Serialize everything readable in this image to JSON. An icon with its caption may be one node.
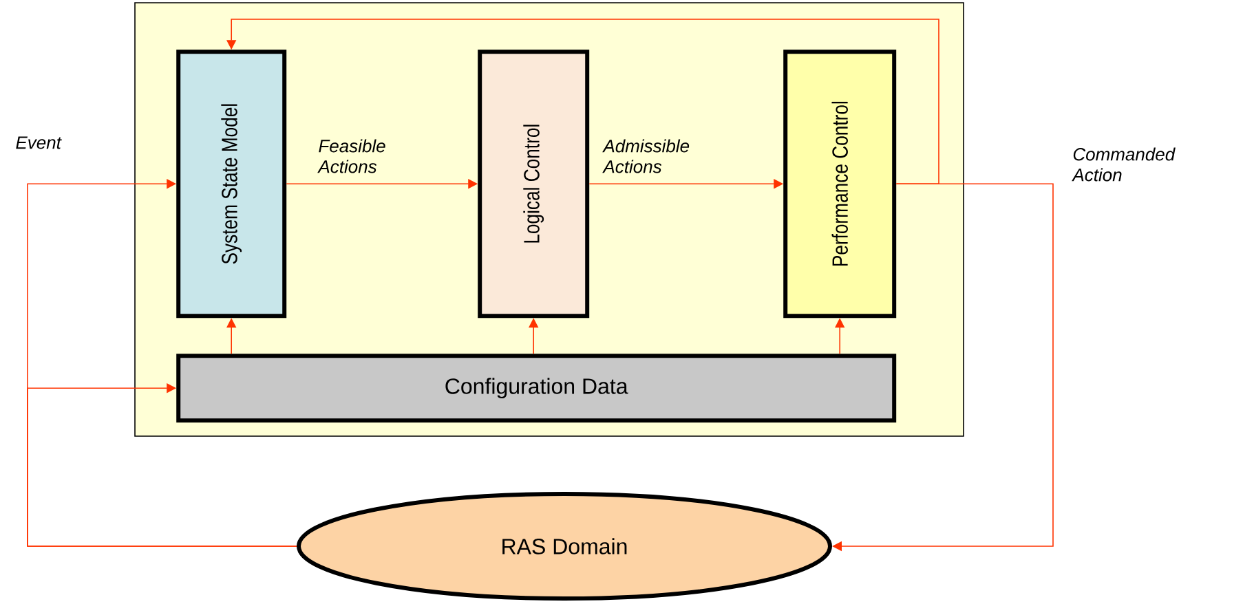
{
  "diagram": {
    "nodes": [
      {
        "text": [],
        "shape": "box"
      },
      {
        "text": [
          "System State Model"
        ],
        "in": 0
      },
      {
        "text": [
          "Logical Control"
        ],
        "in": 0
      },
      {
        "text": [
          "Performance Control"
        ],
        "in": 0
      },
      {
        "text": [
          "Configuration Data"
        ],
        "in": 0
      },
      {
        "text": [
          "RAS Domain"
        ]
      }
    ],
    "edges": [
      {
        "from": 1,
        "to": 2,
        "arrow": "to",
        "label": "Feasible Actions"
      },
      {
        "from": 2,
        "to": 3,
        "arrow": "to",
        "label": "Admissible Actions"
      },
      {
        "from": 3,
        "to": 1,
        "arrow": "to"
      },
      {
        "from": 3,
        "to": 5,
        "arrow": "to",
        "label": "Commanded Action"
      },
      {
        "from": 5,
        "to": 1,
        "arrow": "to",
        "label": "Event"
      },
      {
        "from": 5,
        "to": 4,
        "arrow": "to"
      },
      {
        "from": 4,
        "to": 1,
        "arrow": "to"
      },
      {
        "from": 4,
        "to": 2,
        "arrow": "to"
      },
      {
        "from": 4,
        "to": 3,
        "arrow": "to"
      }
    ]
  }
}
